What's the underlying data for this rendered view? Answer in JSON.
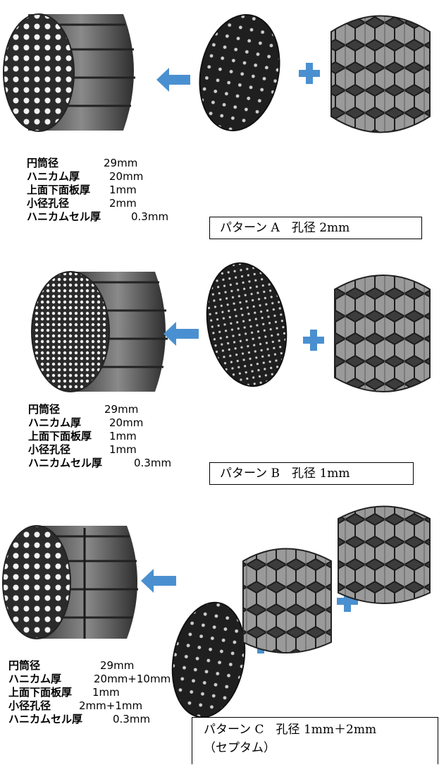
{
  "colors": {
    "arrow": "#4a90d0",
    "plus": "#4a90d0",
    "metal_dark": "#2a2a2a",
    "metal_mid": "#6b6b6b",
    "metal_light": "#b5b5b5"
  },
  "sections": [
    {
      "specs": [
        {
          "label": "円筒径",
          "value": "29mm"
        },
        {
          "label": "ハニカム厚",
          "value": "20mm"
        },
        {
          "label": "上面下面板厚",
          "value": "1mm"
        },
        {
          "label": "小径孔径",
          "value": "2mm"
        },
        {
          "label": "ハニカムセル厚",
          "value": "0.3mm"
        }
      ],
      "pattern_line1": "パターン A　孔径 2mm",
      "pattern_line2": ""
    },
    {
      "specs": [
        {
          "label": "円筒径",
          "value": "29mm"
        },
        {
          "label": "ハニカム厚",
          "value": "20mm"
        },
        {
          "label": "上面下面板厚",
          "value": "1mm"
        },
        {
          "label": "小径孔径",
          "value": "1mm"
        },
        {
          "label": "ハニカムセル厚",
          "value": "0.3mm"
        }
      ],
      "pattern_line1": "パターン B　孔径 1mm",
      "pattern_line2": ""
    },
    {
      "specs": [
        {
          "label": "円筒径",
          "value": "29mm"
        },
        {
          "label": "ハニカム厚",
          "value": "20mm+10mm"
        },
        {
          "label": "上面下面板厚",
          "value": "1mm"
        },
        {
          "label": "小径孔径",
          "value": "2mm+1mm"
        },
        {
          "label": "ハニカムセル厚",
          "value": "0.3mm"
        }
      ],
      "pattern_line1": "パターン C　孔径 1mm＋2mm",
      "pattern_line2": "（セプタム）"
    }
  ]
}
